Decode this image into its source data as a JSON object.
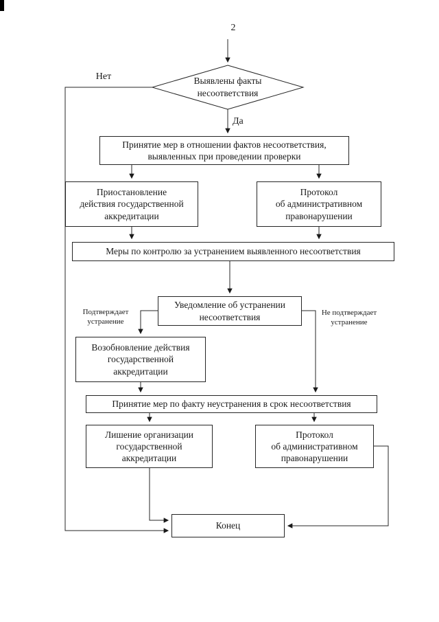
{
  "page": {
    "number": "2"
  },
  "diagram": {
    "decision": {
      "label": "Выявлены факты\nнесоответствия"
    },
    "edge_labels": {
      "no": "Нет",
      "yes": "Да",
      "confirms": "Подтверждает\nустранение",
      "not_confirms": "Не подтверждает\nустранение"
    },
    "nodes": {
      "take_measures": "Принятие мер в отношении фактов несоответствия,\nвыявленных при проведении проверки",
      "suspension": "Приостановление\nдействия государственной\nаккредитации",
      "protocol_top": "Протокол\nоб административном\nправонарушении",
      "control_measures": "Меры по контролю за устранением выявленного несоответствия",
      "notification": "Уведомление об устранении\nнесоответствия",
      "resumption": "Возобновление действия\nгосударственной\nаккредитации",
      "measures_failure": "Принятие мер по факту неустранения в срок несоответствия",
      "deprivation": "Лишение организации\nгосударственной\nаккредитации",
      "protocol_bottom": "Протокол\nоб административном\nправонарушении",
      "end": "Конец"
    }
  }
}
